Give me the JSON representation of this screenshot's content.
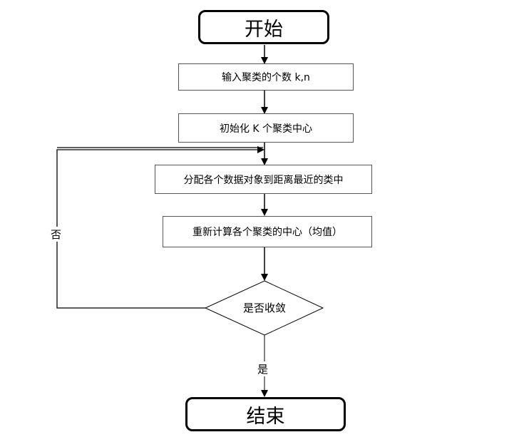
{
  "start": "开始",
  "end": "结束",
  "steps": [
    "输入聚类的个数 k,n",
    "初始化 K 个聚类中心",
    "分配各个数据对象到距离最近的类中",
    "重新计算各个聚类的中心（均值）"
  ],
  "decision": "是否收敛",
  "edges": {
    "no": "否",
    "yes": "是"
  }
}
